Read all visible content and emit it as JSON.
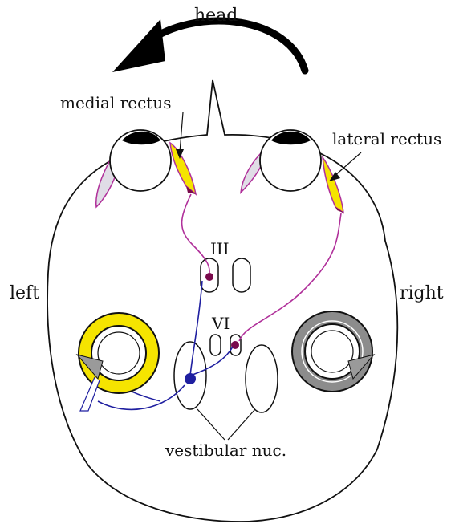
{
  "labels": {
    "head": "head",
    "medial_rectus": "medial rectus",
    "lateral_rectus": "lateral rectus",
    "nucleus_iii": "III",
    "nucleus_vi": "VI",
    "left": "left",
    "right": "right",
    "vestibular_nuc": "vestibular nuc."
  },
  "colors": {
    "outline": "#111111",
    "muscle_active": "#f5e400",
    "muscle_inactive": "#e0dde6",
    "muscle_border": "#b0309a",
    "neuron_motor": "#7a0a4c",
    "neuron_vestibular": "#1f1fa0",
    "canal_active": "#f5e400",
    "canal_inactive": "#8c8c8c"
  }
}
